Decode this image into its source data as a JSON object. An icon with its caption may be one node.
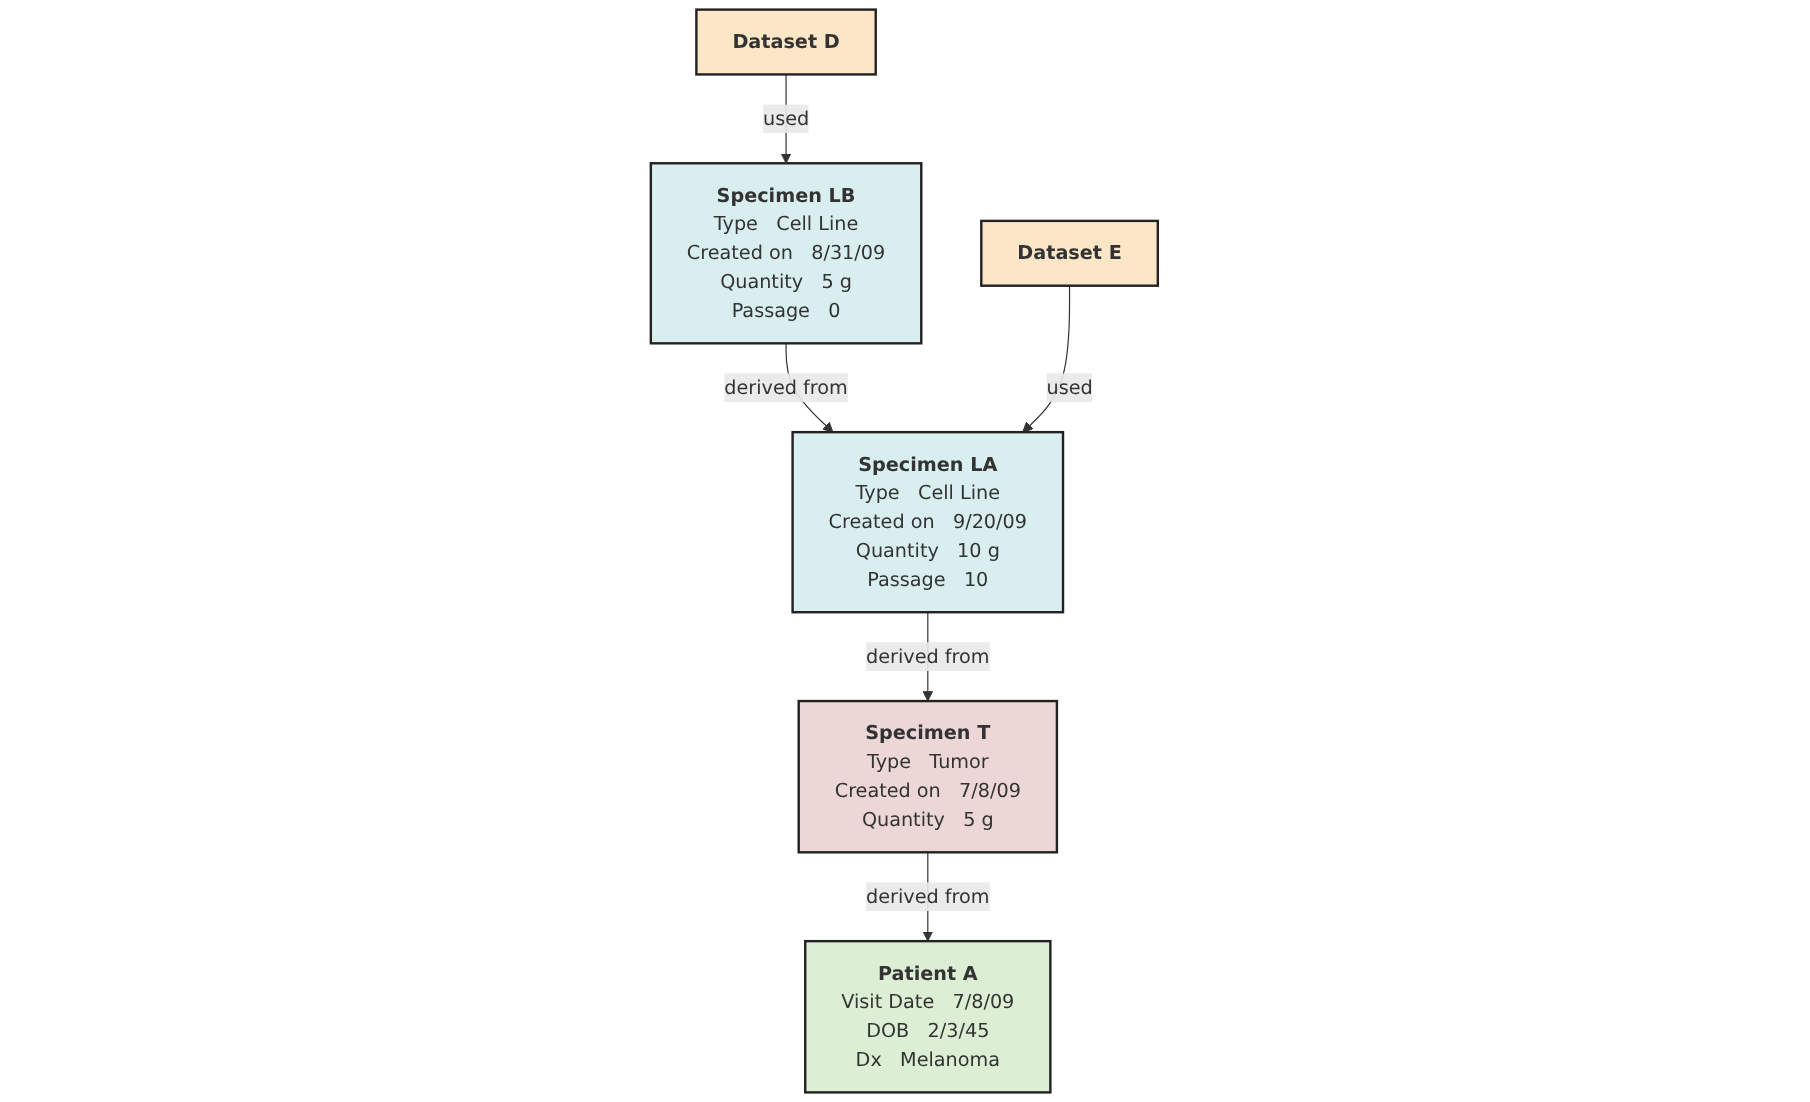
{
  "diagram": {
    "nodes": [
      {
        "text": [
          "Patient A",
          "Visit Date",
          "7/8/09",
          "DOB",
          "2/3/45",
          "Dx",
          "Melanoma"
        ]
      },
      {
        "text": [
          "Specimen LB",
          "Type",
          "Cell Line",
          "Created on",
          "8/31/09",
          "Quantity",
          "5 g",
          "Passage",
          "0"
        ]
      },
      {
        "text": [
          "Dataset D"
        ]
      },
      {
        "text": [
          "Specimen T",
          "Type",
          "Tumor",
          "Created on",
          "7/8/09",
          "Quantity",
          "5 g"
        ]
      },
      {
        "text": [
          "Specimen LA",
          "Type",
          "Cell Line",
          "Created on",
          "9/20/09",
          "Quantity",
          "10 g",
          "Passage",
          "10"
        ]
      },
      {
        "text": [
          "Dataset E"
        ]
      }
    ],
    "edges": [
      {
        "from": 3,
        "to": 0,
        "arrow": "to",
        "label": "derived from"
      },
      {
        "from": 1,
        "to": 4,
        "arrow": "to",
        "label": "derived from"
      },
      {
        "from": 4,
        "to": 3,
        "arrow": "to",
        "label": "derived from"
      },
      {
        "from": 2,
        "to": 1,
        "arrow": "to",
        "label": "used"
      },
      {
        "from": 5,
        "to": 4,
        "arrow": "to",
        "label": "used"
      }
    ]
  }
}
